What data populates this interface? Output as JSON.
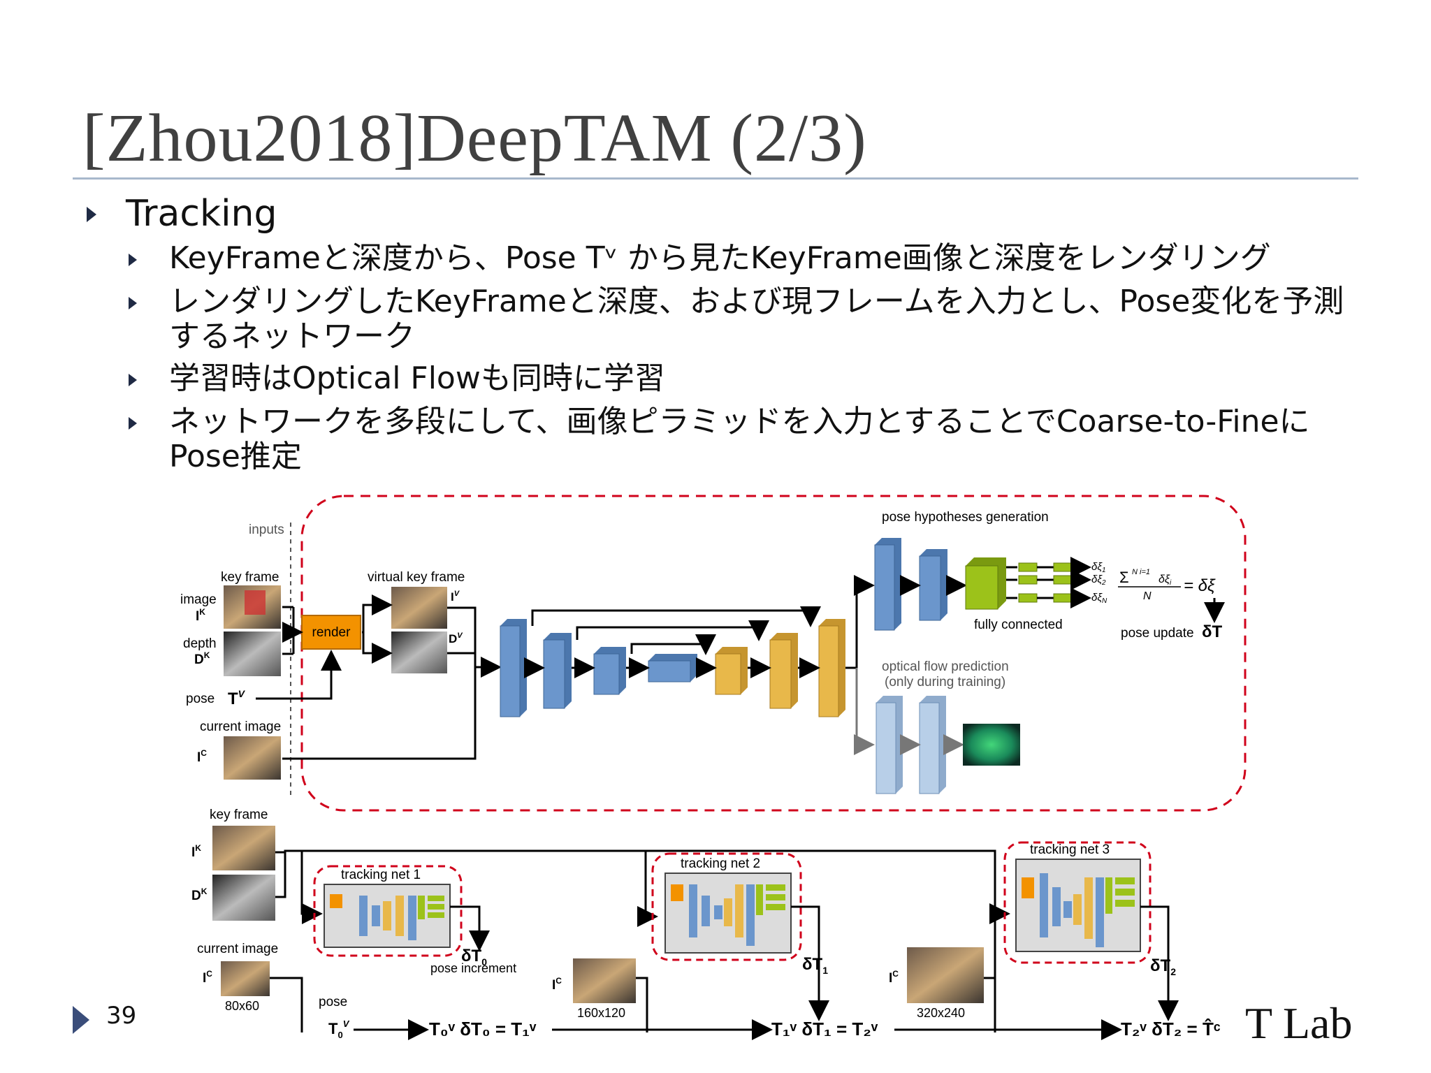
{
  "slide": {
    "title": "[Zhou2018]DeepTAM (2/3)",
    "bullet": "Tracking",
    "subbullets": [
      "KeyFrameと深度から、Pose Tᵛ から見たKeyFrame画像と深度をレンダリング",
      "レンダリングしたKeyFrameと深度、および現フレームを入力とし、Pose変化を予測するネットワーク",
      "学習時はOptical Flowも同時に学習",
      "ネットワークを多段にして、画像ピラミッドを入力とすることでCoarse-to-FineにPose推定"
    ],
    "page_number": "39",
    "logo_text": "T Lab"
  },
  "figure": {
    "inputs_label": "inputs",
    "key_frame_label": "key frame",
    "image_label": "image",
    "image_sym": "I",
    "image_sup": "K",
    "depth_label": "depth",
    "depth_sym": "D",
    "depth_sup": "K",
    "pose_label": "pose",
    "pose_sym": "T",
    "pose_sup": "V",
    "current_image_label": "current image",
    "current_sym": "I",
    "current_sup": "C",
    "render_label": "render",
    "virtual_key_frame_label": "virtual key frame",
    "virtual_img_sym": "I",
    "virtual_img_sup": "V",
    "virtual_depth_sym": "D",
    "virtual_depth_sup": "V",
    "pose_hypotheses_label": "pose hypotheses generation",
    "delta_xi_1": "δξ",
    "delta_xi_1_sub": "1",
    "delta_xi_2": "δξ",
    "delta_xi_2_sub": "2",
    "delta_xi_n": "δξ",
    "delta_xi_n_sub": "N",
    "sum_numerator": "Σ",
    "sum_limits": "N i=1",
    "sum_term": "δξ",
    "sum_term_sub": "i",
    "sum_denominator": "N",
    "sum_result": "= δξ",
    "fully_connected_label": "fully connected",
    "pose_update_label": "pose update",
    "pose_update_sym": "δT",
    "optical_flow_label": "optical flow prediction",
    "optical_flow_sub": "(only during training)",
    "bottom_key_frame_label": "key frame",
    "bottom_ik_sym": "I",
    "bottom_ik_sup": "K",
    "bottom_dk_sym": "D",
    "bottom_dk_sup": "K",
    "bottom_current_label": "current image",
    "bottom_ic_sym": "I",
    "bottom_ic_sup": "C",
    "res_80": "80x60",
    "res_160": "160x120",
    "res_320": "320x240",
    "tracking_net_1": "tracking net 1",
    "tracking_net_2": "tracking net 2",
    "tracking_net_3": "tracking net 3",
    "dt0": "δT",
    "dt0_sub": "0",
    "dt1": "δT",
    "dt1_sub": "1",
    "dt2": "δT",
    "dt2_sub": "2",
    "pose_increment_label": "pose increment",
    "bottom_pose_label": "pose",
    "t0v": "T",
    "t0v_sub": "0",
    "t0v_sup": "V",
    "eq1": "T₀ᵛ δT₀ = T₁ᵛ",
    "eq2": "T₁ᵛ δT₁ = T₂ᵛ",
    "eq3": "T₂ᵛ δT₂ = T̂ᶜ",
    "ic2_sym": "I",
    "ic2_sup": "C",
    "ic3_sym": "I",
    "ic3_sup": "C"
  },
  "colors": {
    "encoder_blue": "#6b96cc",
    "decoder_orange": "#e8b84a",
    "render_orange": "#f39200",
    "fc_green": "#9cc21a",
    "flow_light_blue": "#b8cfe8",
    "red_dash": "#d0021b",
    "panel_gray": "#dcdcdc"
  }
}
